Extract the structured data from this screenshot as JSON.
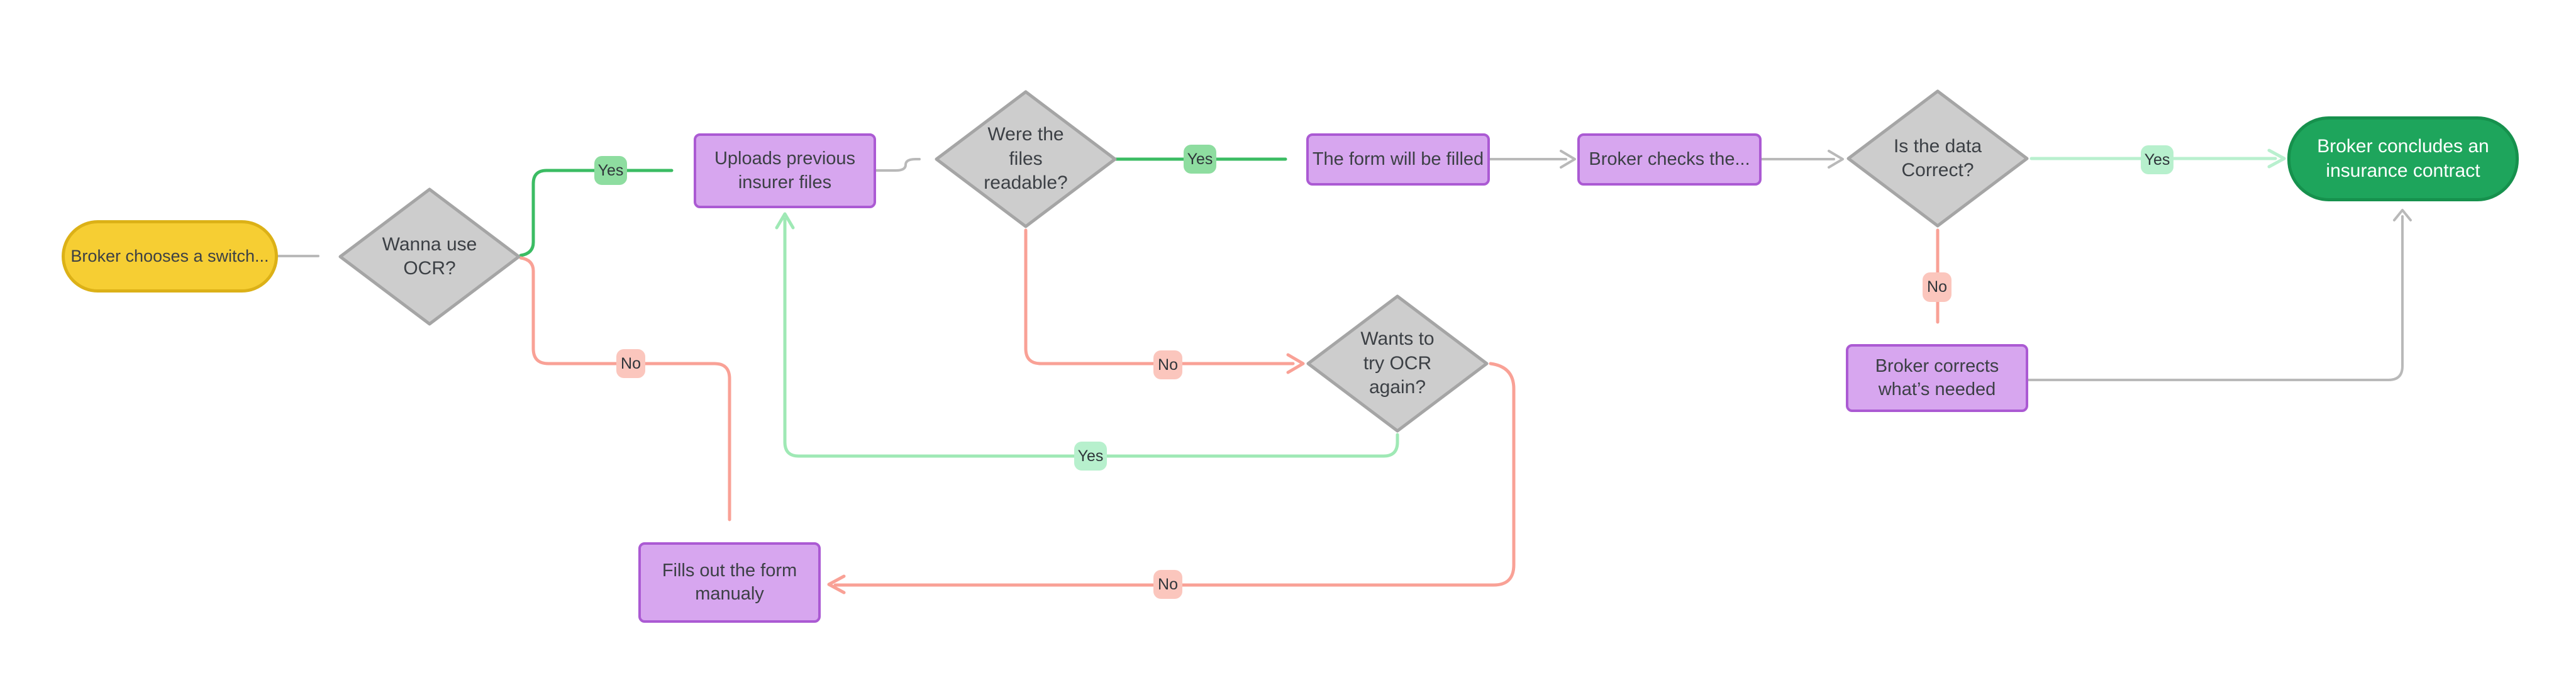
{
  "nodes": {
    "start": {
      "label": "Broker chooses a switch..."
    },
    "decision_use_ocr": {
      "label": [
        "Wanna use",
        "OCR?"
      ]
    },
    "uploads": {
      "label": [
        "Uploads previous",
        "insurer files"
      ]
    },
    "decision_readable": {
      "label": [
        "Were the",
        "files",
        "readable?"
      ]
    },
    "form_filled": {
      "label": "The form will be filled"
    },
    "broker_checks": {
      "label": "Broker checks the..."
    },
    "decision_correct": {
      "label": [
        "Is the data",
        "Correct?"
      ]
    },
    "conclude": {
      "label": [
        "Broker concludes an",
        "insurance contract"
      ]
    },
    "broker_corrects": {
      "label": [
        "Broker corrects",
        "what’s needed"
      ]
    },
    "decision_retry": {
      "label": [
        "Wants to",
        "try OCR",
        "again?"
      ]
    },
    "fills_manual": {
      "label": [
        "Fills out the form",
        "manualy"
      ]
    }
  },
  "edge_labels": {
    "use_ocr_yes": "Yes",
    "use_ocr_no": "No",
    "files_readable_yes": "Yes",
    "files_readable_no": "No",
    "data_correct_yes": "Yes",
    "data_correct_no": "No",
    "retry_ocr_yes": "Yes",
    "retry_ocr_no": "No"
  },
  "colors": {
    "line_gray": "#b9b9b9",
    "line_green": "#3bbc63",
    "line_green_pale": "#b9f0cf",
    "line_green_feedback": "#9fe9b5",
    "line_salmon": "#f9a196",
    "chip_yes": "#8edda0",
    "chip_yes_pale": "#b7f0cd",
    "chip_no": "#fbc6bd",
    "chip_text": "#2f353a",
    "start_fill": "#f6ce33",
    "start_stroke": "#dcb117",
    "purple_fill": "#d7a6ef",
    "purple_stroke": "#ab5ad3",
    "diamond_fill": "#cdcdcd",
    "diamond_stroke": "#a5a5a5",
    "end_fill": "#1ea55c",
    "end_stroke": "#16914d",
    "node_text": "#3c4045",
    "end_text": "#ffffff",
    "canvas_bg": "#ffffff"
  }
}
